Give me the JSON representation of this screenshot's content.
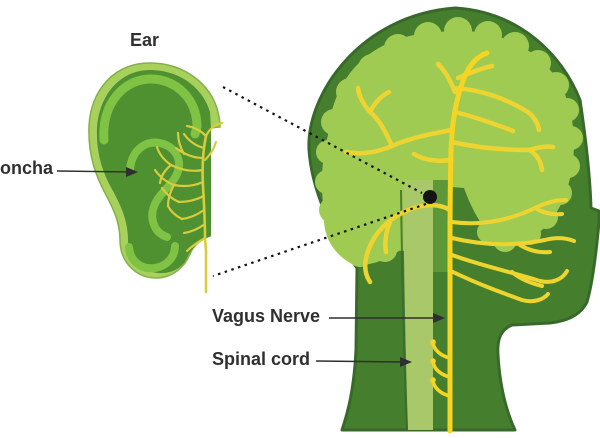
{
  "diagram": {
    "labels": {
      "ear": "Ear",
      "concha": "oncha",
      "vagus_nerve": "Vagus Nerve",
      "spinal_cord": "Spinal cord"
    },
    "colors": {
      "background": "#ffffff",
      "head_green": "#457f2e",
      "head_outline": "#38692a",
      "brain_green": "#9fcb52",
      "spinal_band_green": "#a9c869",
      "brainstem_green": "#5e9738",
      "nerve_yellow": "#eed431",
      "nerve_yellow_bright": "#f5d422",
      "ear_outer_green": "#a7d15c",
      "ear_inner_green": "#4f9130",
      "ear_ridge_green": "#7fc244",
      "ear_nerve_yellow": "#d6cc3e",
      "label_text": "#303030",
      "marker_black": "#141414",
      "arrow_line": "#2f2f2f"
    }
  }
}
